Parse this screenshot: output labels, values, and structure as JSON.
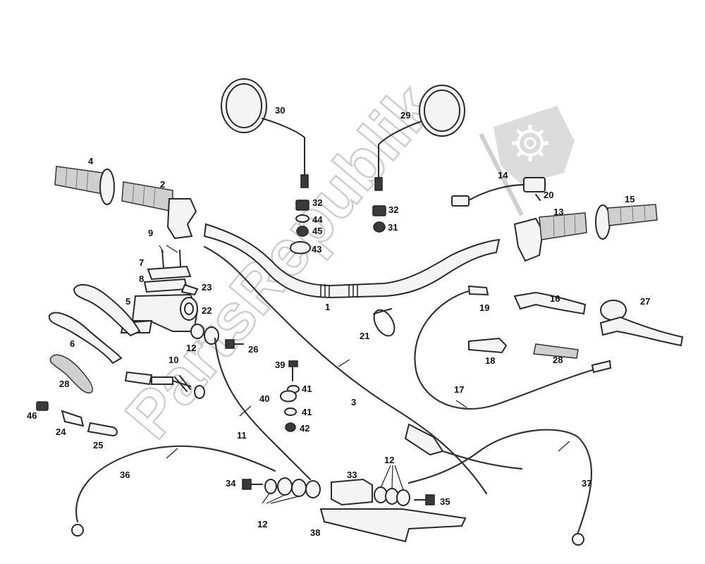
{
  "watermark": {
    "text": "PartsRepublik"
  },
  "labels": [
    {
      "id": "1",
      "text": "1"
    },
    {
      "id": "2",
      "text": "2"
    },
    {
      "id": "3",
      "text": "3"
    },
    {
      "id": "4",
      "text": "4"
    },
    {
      "id": "5",
      "text": "5"
    },
    {
      "id": "6",
      "text": "6"
    },
    {
      "id": "7",
      "text": "7"
    },
    {
      "id": "8",
      "text": "8"
    },
    {
      "id": "9",
      "text": "9"
    },
    {
      "id": "10",
      "text": "10"
    },
    {
      "id": "11",
      "text": "11"
    },
    {
      "id": "12a",
      "text": "12"
    },
    {
      "id": "12b",
      "text": "12"
    },
    {
      "id": "12c",
      "text": "12"
    },
    {
      "id": "13",
      "text": "13"
    },
    {
      "id": "14",
      "text": "14"
    },
    {
      "id": "15",
      "text": "15"
    },
    {
      "id": "16",
      "text": "16"
    },
    {
      "id": "17",
      "text": "17"
    },
    {
      "id": "18",
      "text": "18"
    },
    {
      "id": "19",
      "text": "19"
    },
    {
      "id": "20",
      "text": "20"
    },
    {
      "id": "21",
      "text": "21"
    },
    {
      "id": "22",
      "text": "22"
    },
    {
      "id": "23",
      "text": "23"
    },
    {
      "id": "24",
      "text": "24"
    },
    {
      "id": "25",
      "text": "25"
    },
    {
      "id": "26",
      "text": "26"
    },
    {
      "id": "27",
      "text": "27"
    },
    {
      "id": "28a",
      "text": "28"
    },
    {
      "id": "28b",
      "text": "28"
    },
    {
      "id": "29",
      "text": "29"
    },
    {
      "id": "30",
      "text": "30"
    },
    {
      "id": "31",
      "text": "31"
    },
    {
      "id": "32a",
      "text": "32"
    },
    {
      "id": "32b",
      "text": "32"
    },
    {
      "id": "33",
      "text": "33"
    },
    {
      "id": "34",
      "text": "34"
    },
    {
      "id": "35",
      "text": "35"
    },
    {
      "id": "36",
      "text": "36"
    },
    {
      "id": "37",
      "text": "37"
    },
    {
      "id": "38",
      "text": "38"
    },
    {
      "id": "39",
      "text": "39"
    },
    {
      "id": "40",
      "text": "40"
    },
    {
      "id": "41a",
      "text": "41"
    },
    {
      "id": "41b",
      "text": "41"
    },
    {
      "id": "42",
      "text": "42"
    },
    {
      "id": "43",
      "text": "43"
    },
    {
      "id": "44",
      "text": "44"
    },
    {
      "id": "45",
      "text": "45"
    },
    {
      "id": "46",
      "text": "46"
    }
  ]
}
